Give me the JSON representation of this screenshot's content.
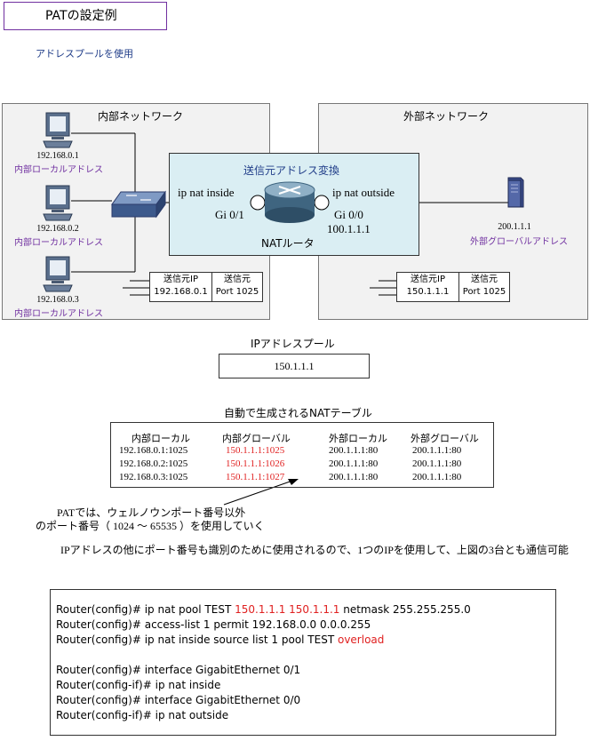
{
  "header": {
    "title": "PATの設定例",
    "subtitle": "アドレスプールを使用"
  },
  "inside_network": {
    "label": "内部ネットワーク",
    "hosts": [
      {
        "ip": "192.168.0.1",
        "role": "内部ローカルアドレス"
      },
      {
        "ip": "192.168.0.2",
        "role": "内部ローカルアドレス"
      },
      {
        "ip": "192.168.0.3",
        "role": "内部ローカルアドレス"
      }
    ],
    "packet": {
      "src_ip_header": "送信元IP",
      "src_ip": "192.168.0.1",
      "src_port_header": "送信元",
      "src_port": "Port 1025"
    }
  },
  "outside_network": {
    "label": "外部ネットワーク",
    "server": {
      "ip": "200.1.1.1",
      "role": "外部グローバルアドレス"
    },
    "packet": {
      "src_ip_header": "送信元IP",
      "src_ip": "150.1.1.1",
      "src_port_header": "送信元",
      "src_port": "Port 1025"
    }
  },
  "router": {
    "section_label": "送信元アドレス変換",
    "inside_if": "ip nat inside",
    "inside_port": "Gi 0/1",
    "outside_if": "ip nat outside",
    "outside_port": "Gi 0/0",
    "outside_ip": "100.1.1.1",
    "name": "NATルータ"
  },
  "pool": {
    "label": "IPアドレスプール",
    "value": "150.1.1.1"
  },
  "nat_table": {
    "title": "自動で生成されるNATテーブル",
    "headers": [
      "内部ローカル",
      "内部グローバル",
      "外部ローカル",
      "外部グローバル"
    ],
    "rows": [
      [
        "192.168.0.1:1025",
        "150.1.1.1:1025",
        "200.1.1.1:80",
        "200.1.1.1:80"
      ],
      [
        "192.168.0.2:1025",
        "150.1.1.1:1026",
        "200.1.1.1:80",
        "200.1.1.1:80"
      ],
      [
        "192.168.0.3:1025",
        "150.1.1.1:1027",
        "200.1.1.1:80",
        "200.1.1.1:80"
      ]
    ],
    "note_line1": "PATでは、ウェルノウンポート番号以外",
    "note_line2": "のポート番号（ 1024 ～ 65535 ）を使用していく"
  },
  "explanation": "IPアドレスの他にポート番号も識別のために使用されるので、1つのIPを使用して、上図の3台とも通信可能",
  "config": {
    "line1_pre": "Router(config)# ip nat pool TEST ",
    "line1_red": "150.1.1.1 150.1.1.1",
    "line1_post": " netmask 255.255.255.0",
    "line2": "Router(config)# access-list 1 permit 192.168.0.0 0.0.0.255",
    "line3_pre": "Router(config)# ip nat inside source list 1 pool TEST ",
    "line3_red": "overload",
    "line4": "Router(config)# interface GigabitEthernet 0/1",
    "line5": "Router(config-if)# ip nat inside",
    "line6": "Router(config)# interface GigabitEthernet 0/0",
    "line7": "Router(config-if)# ip nat outside"
  },
  "colors": {
    "router_area": "#daeef3",
    "network_area": "#f2f2f2",
    "highlight": "#e02020",
    "host_role": "#7030a0"
  }
}
